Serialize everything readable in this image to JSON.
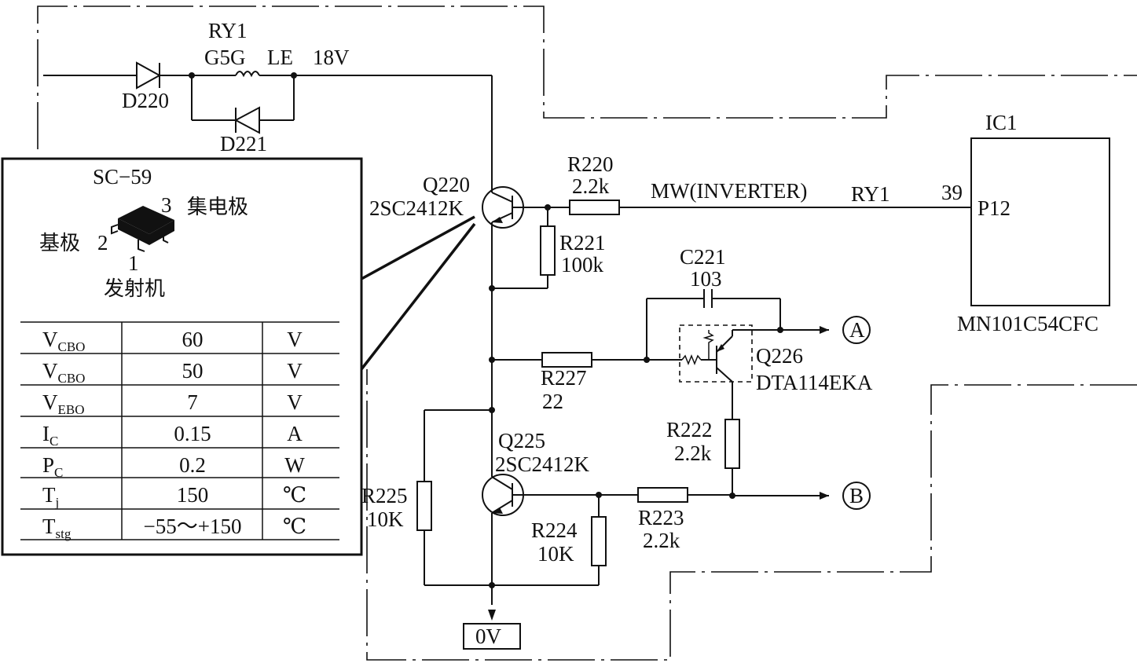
{
  "relay": {
    "ref": "RY1",
    "model": "G5G",
    "coil_label": "LE",
    "voltage": "18V",
    "diode_in": "D220",
    "diode_flyback": "D221"
  },
  "q220": {
    "ref": "Q220",
    "part": "2SC2412K"
  },
  "r220": {
    "ref": "R220",
    "value": "2.2k"
  },
  "r221": {
    "ref": "R221",
    "value": "100k"
  },
  "signal": {
    "name": "MW(INVERTER)",
    "relay_ref": "RY1",
    "pin": "39"
  },
  "ic1": {
    "ref": "IC1",
    "pin_name": "P12",
    "part": "MN101C54CFC"
  },
  "c221": {
    "ref": "C221",
    "value": "103"
  },
  "q226": {
    "ref": "Q226",
    "part": "DTA114EKA"
  },
  "r227": {
    "ref": "R227",
    "value": "22"
  },
  "r222": {
    "ref": "R222",
    "value": "2.2k"
  },
  "q225": {
    "ref": "Q225",
    "part": "2SC2412K"
  },
  "r225": {
    "ref": "R225",
    "value": "10K"
  },
  "r224": {
    "ref": "R224",
    "value": "10K"
  },
  "r223": {
    "ref": "R223",
    "value": "2.2k"
  },
  "terminals": {
    "a": "A",
    "b": "B",
    "ground": "0V"
  },
  "package": {
    "name": "SC−59",
    "pin3": "3",
    "pin3_label": "集电极",
    "pin2": "2",
    "pin2_label": "基极",
    "pin1": "1",
    "pin1_label": "发射机"
  },
  "specs": [
    {
      "sym": "V",
      "sub": "CBO",
      "value": "60",
      "unit": "V"
    },
    {
      "sym": "V",
      "sub": "CBO",
      "value": "50",
      "unit": "V"
    },
    {
      "sym": "V",
      "sub": "EBO",
      "value": "7",
      "unit": "V"
    },
    {
      "sym": "I",
      "sub": "C",
      "value": "0.15",
      "unit": "A"
    },
    {
      "sym": "P",
      "sub": "C",
      "value": "0.2",
      "unit": "W"
    },
    {
      "sym": "T",
      "sub": "j",
      "value": "150",
      "unit": "℃"
    },
    {
      "sym": "T",
      "sub": "stg",
      "value": "−55～+150",
      "unit": "℃"
    }
  ]
}
